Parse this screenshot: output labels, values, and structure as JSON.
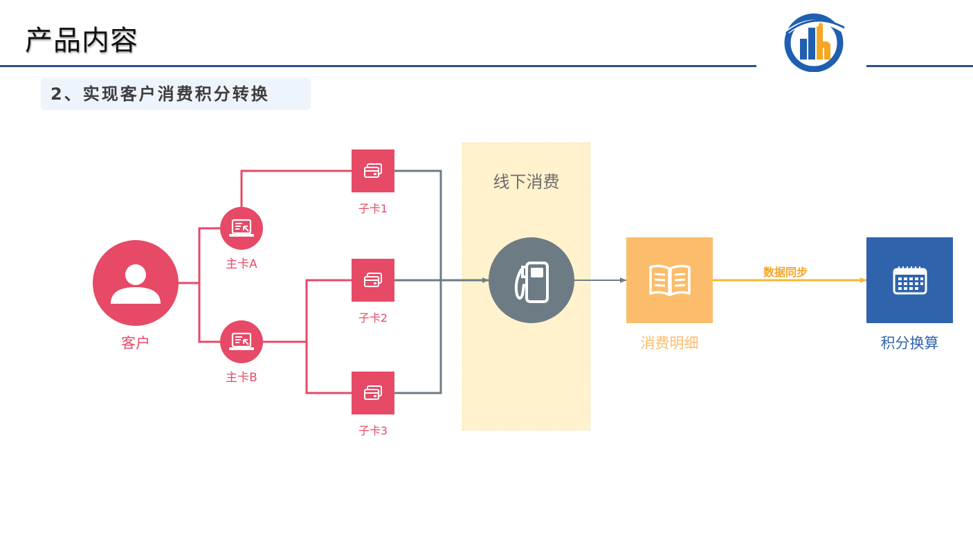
{
  "header": {
    "title": "产品内容",
    "subtitle": "2、实现客户消费积分转换"
  },
  "zone": {
    "title": "线下消费"
  },
  "nodes": {
    "customer": "客户",
    "main_card_a": "主卡A",
    "main_card_b": "主卡B",
    "sub_card_1": "子卡1",
    "sub_card_2": "子卡2",
    "sub_card_3": "子卡3",
    "consumption_detail": "消费明细",
    "points_conversion": "积分换算"
  },
  "edges": {
    "sync_label": "数据同步"
  },
  "icons": {
    "customer": "user-icon",
    "main_card": "laptop-icon",
    "sub_card": "cards-icon",
    "offline": "fuel-pump-icon",
    "detail": "open-book-icon",
    "conversion": "calendar-icon"
  },
  "colors": {
    "pink": "#e64a66",
    "gray_line": "#6d7b85",
    "zone_fill": "#fff2cc",
    "detail_orange": "#fbbd6c",
    "conversion_blue": "#2f64ad",
    "sync_arrow": "#f5b731",
    "header_rule": "#2c4f8c"
  }
}
